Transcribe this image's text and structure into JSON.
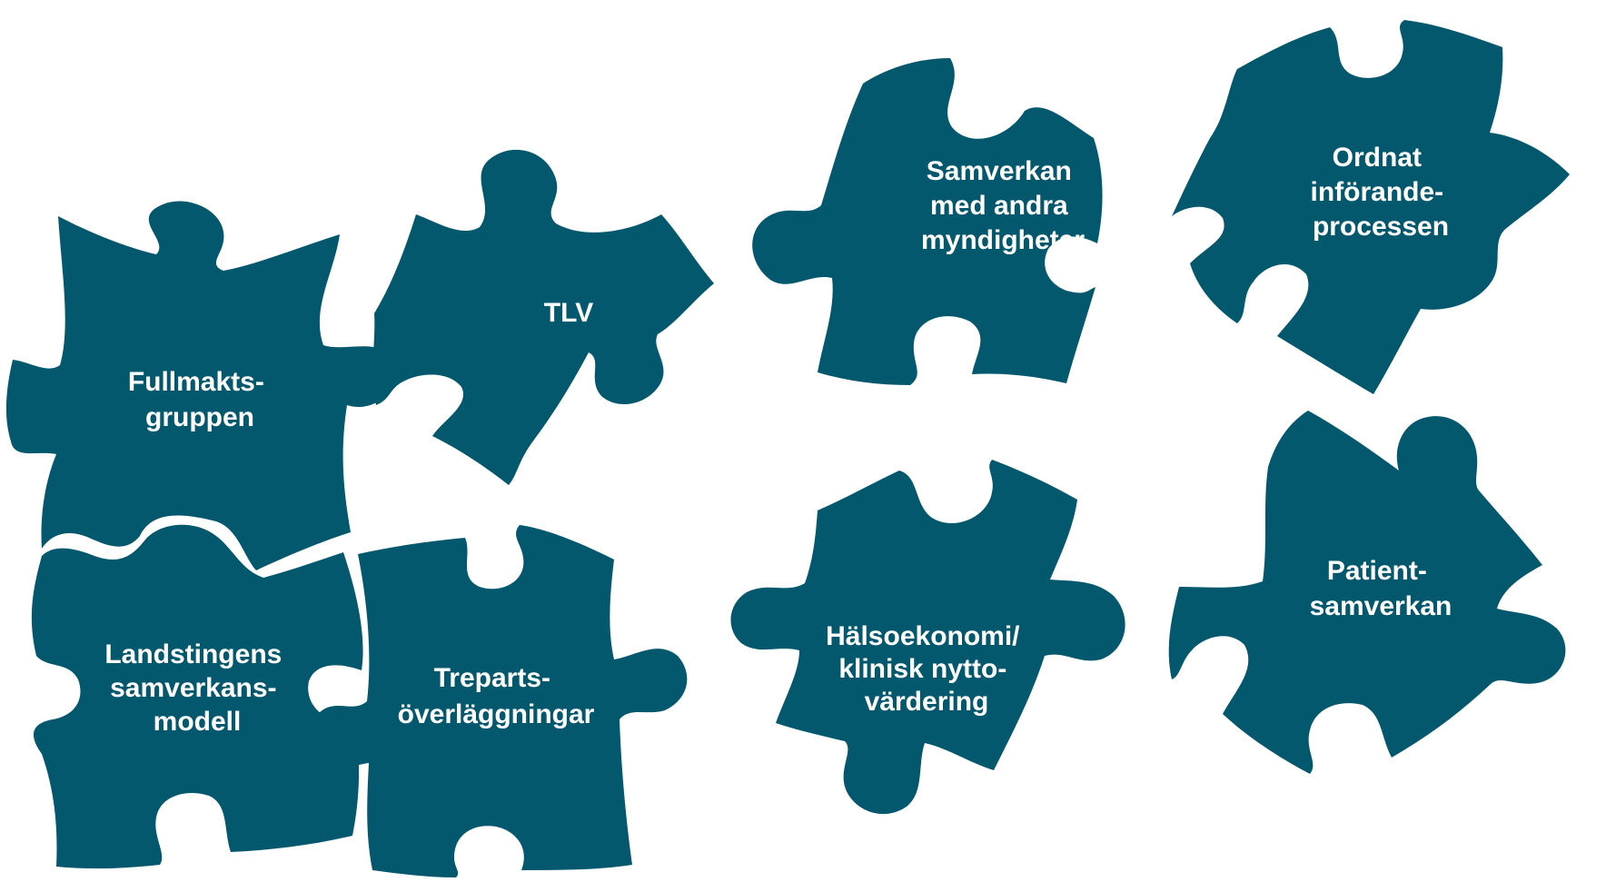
{
  "colors": {
    "piece_fill": "#04586E",
    "label_text": "#FFFFFF",
    "background": "#FFFFFF"
  },
  "pieces": {
    "fullmakt": {
      "lines": [
        "Fullmakts-",
        "gruppen"
      ]
    },
    "tlv": {
      "lines": [
        "TLV"
      ]
    },
    "samverkan_myndigheter": {
      "lines": [
        "Samverkan",
        "med andra",
        "myndigheter"
      ]
    },
    "ordnat": {
      "lines": [
        "Ordnat",
        "införande-",
        "processen"
      ]
    },
    "landsting": {
      "lines": [
        "Landstingens",
        "samverkans-",
        "modell"
      ]
    },
    "treparts": {
      "lines": [
        "Treparts-",
        "överläggningar"
      ]
    },
    "halsoekonomi": {
      "lines": [
        "Hälsoekonomi/",
        "klinisk nytto-",
        "värdering"
      ]
    },
    "patient": {
      "lines": [
        "Patient-",
        "samverkan"
      ]
    }
  }
}
